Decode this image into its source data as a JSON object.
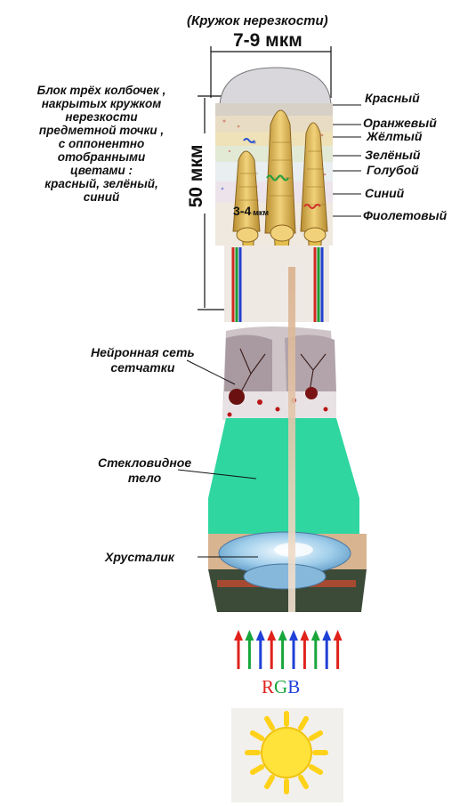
{
  "header": {
    "circle_caption": "(Кружок нерезкости)",
    "width_label": "7-9 мкм"
  },
  "height_label": "50 мкм",
  "cone_width_label": "3-4",
  "cone_width_unit": "мкм",
  "block_caption": [
    "Блок трёх колбочек ,",
    "накрытых кружком",
    "нерезкости",
    "предметной точки ,",
    "с оппонентно",
    "отобранными",
    "цветами :",
    "красный, зелёный,",
    "синий"
  ],
  "color_layers": [
    {
      "label": "Красный"
    },
    {
      "label": "Оранжевый"
    },
    {
      "label": "Жёлтый"
    },
    {
      "label": "Зелёный"
    },
    {
      "label": "Голубой"
    },
    {
      "label": "Синий"
    },
    {
      "label": "Фиолетовый"
    }
  ],
  "structures": {
    "neural": [
      "Нейронная сеть",
      "сетчатки"
    ],
    "vitreous": [
      "Стекловидное",
      "тело"
    ],
    "lens": "Хрусталик"
  },
  "rgb_label": "RGB",
  "colors": {
    "vitreous": "#2fd6a0",
    "lens": "#8ec5e8",
    "cone": "#d8b24a",
    "sun": "#ffe23a",
    "arrow_red": "#e0221c",
    "arrow_green": "#17a63a",
    "arrow_blue": "#2040d8"
  },
  "icons": [
    "sun-icon",
    "arrow-up-icon"
  ]
}
